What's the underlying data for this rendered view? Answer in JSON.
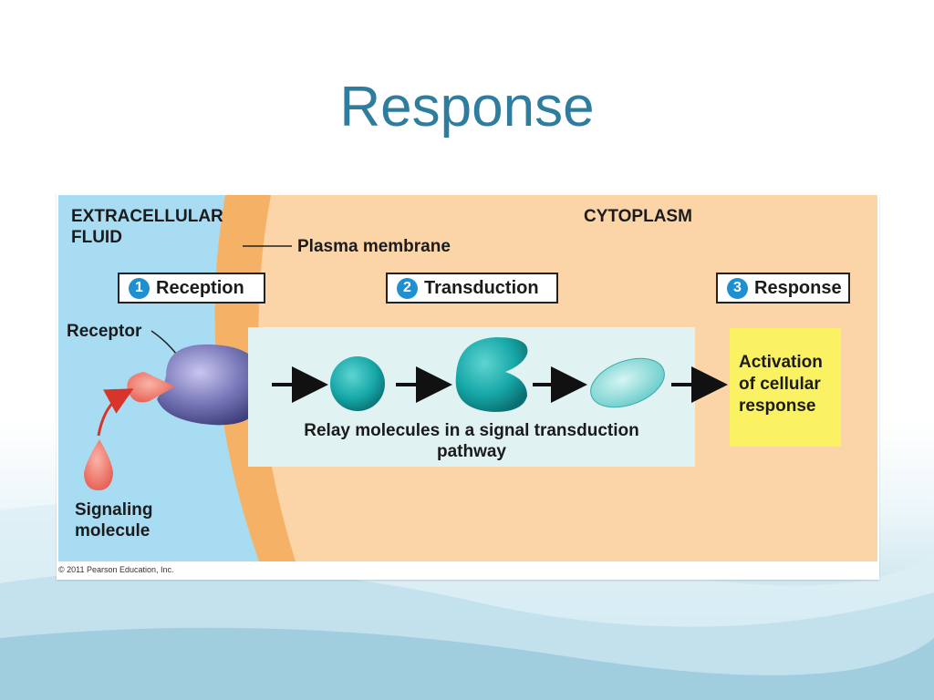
{
  "slide": {
    "title": "Response"
  },
  "figure": {
    "region_labels": {
      "extracellular_line1": "EXTRACELLULAR",
      "extracellular_line2": "FLUID",
      "cytoplasm": "CYTOPLASM",
      "plasma_membrane": "Plasma membrane"
    },
    "stages": [
      {
        "number": "1",
        "label": "Reception"
      },
      {
        "number": "2",
        "label": "Transduction"
      },
      {
        "number": "3",
        "label": "Response"
      }
    ],
    "receptor_label": "Receptor",
    "signaling_line1": "Signaling",
    "signaling_line2": "molecule",
    "relay_line1": "Relay molecules in a signal transduction",
    "relay_line2": "pathway",
    "activation_line1": "Activation",
    "activation_line2": "of cellular",
    "activation_line3": "response",
    "copyright": "© 2011 Pearson Education, Inc."
  },
  "colors": {
    "extracellular": "#a7dcf2",
    "membrane": "#f5b165",
    "cytoplasm": "#fbd4a8",
    "relay_panel": "#e0f2f2",
    "receptor": "#7877b8",
    "relay_molecule": "#17a8a8",
    "signaling_molecule": "#f07568",
    "activation_box": "#fbf263",
    "stage_number": "#1f8fcf",
    "title": "#2e7d9e"
  }
}
